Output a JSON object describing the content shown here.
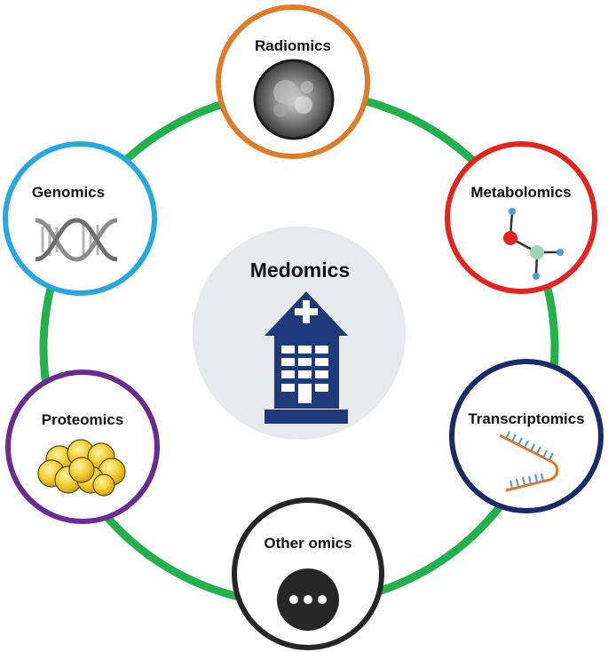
{
  "center": {
    "title": "Medomics"
  },
  "nodes": [
    {
      "key": "radiomics",
      "label": "Radiomics",
      "icon": "ct-scan-icon",
      "border": "#E07B2A"
    },
    {
      "key": "metabolomics",
      "label": "Metabolomics",
      "icon": "molecule-icon",
      "border": "#E52420"
    },
    {
      "key": "transcriptomics",
      "label": "Transcriptomics",
      "icon": "rna-strand-icon",
      "border": "#1B2A6B"
    },
    {
      "key": "other",
      "label": "Other omics",
      "icon": "more-dots-icon",
      "border": "#262626"
    },
    {
      "key": "proteomics",
      "label": "Proteomics",
      "icon": "protein-cluster-icon",
      "border": "#6A2C91"
    },
    {
      "key": "genomics",
      "label": "Genomics",
      "icon": "dna-helix-icon",
      "border": "#29A8E0"
    }
  ],
  "colors": {
    "ring": "#22B14C",
    "center_fill": "#E8E9EC",
    "hospital": "#1F3A7A"
  }
}
